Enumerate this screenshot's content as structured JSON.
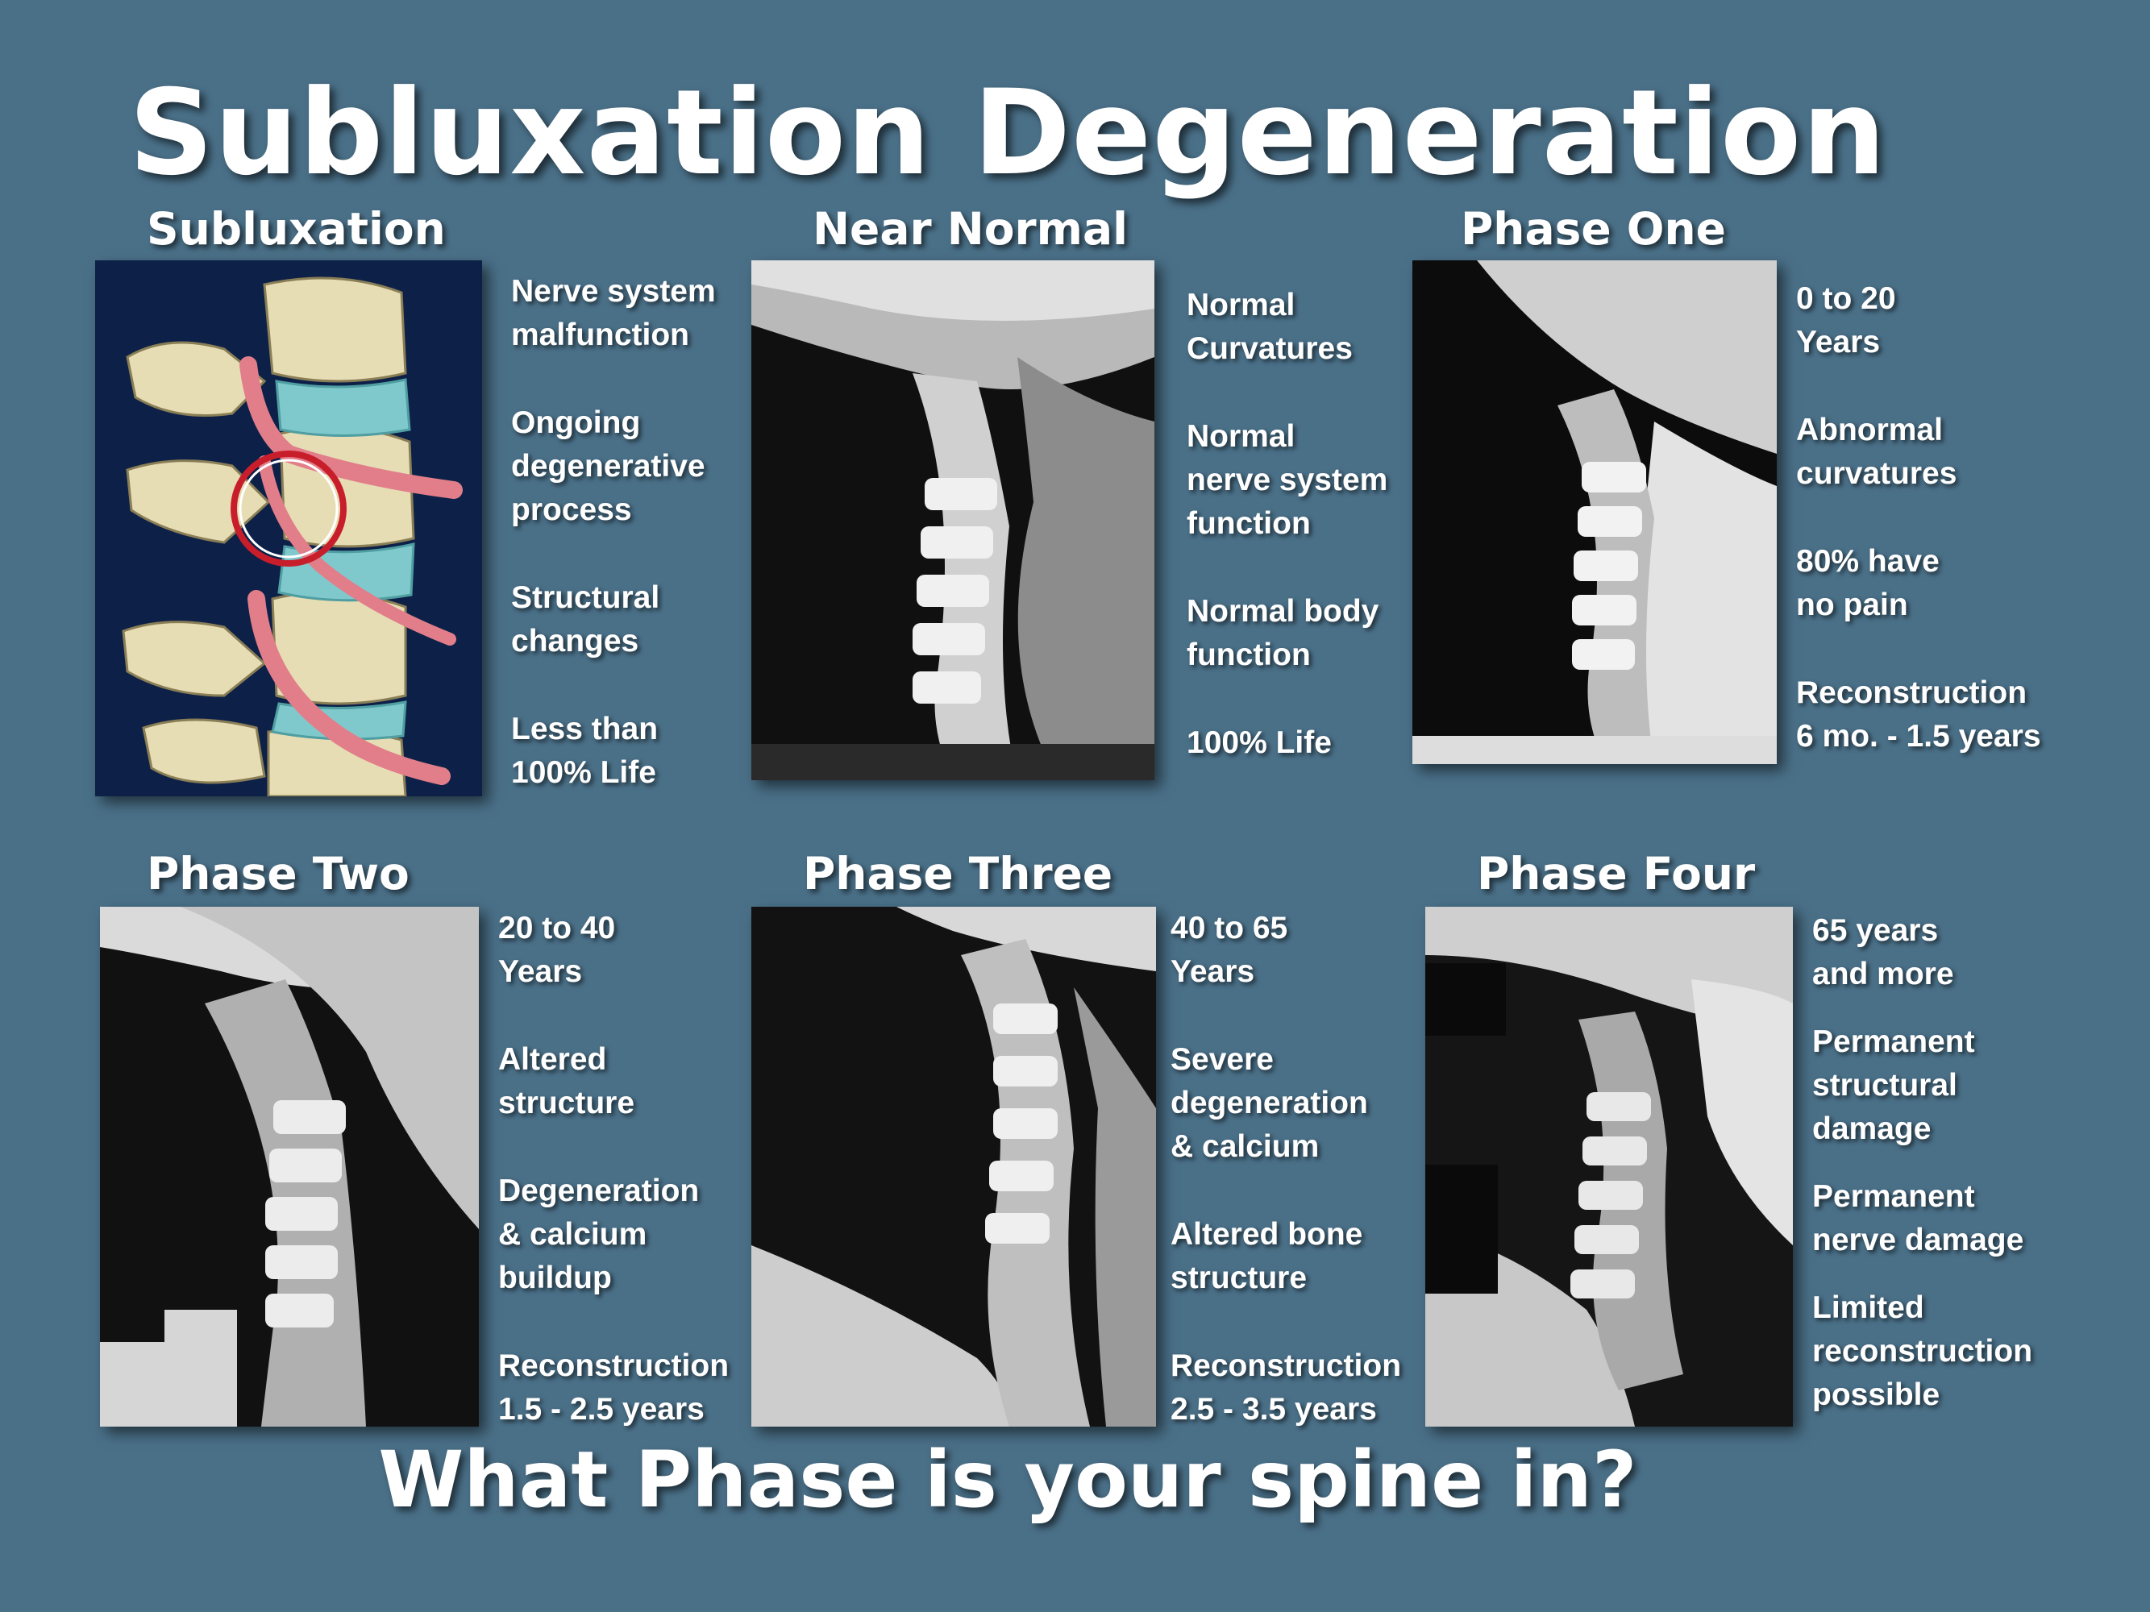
{
  "title": "Subluxation Degeneration",
  "footer": "What Phase is your spine in?",
  "colors": {
    "background": "#4a7088",
    "text": "#ffffff",
    "illustration_bg": "#0d2148",
    "disc": "#7fc9cc",
    "nerve": "#e27e8a",
    "circle": "#c81e2b"
  },
  "panels": [
    {
      "heading": "Subluxation",
      "image": "spine-illustration",
      "points": [
        "Nerve system\nmalfunction",
        "Ongoing\ndegenerative\nprocess",
        "Structural\nchanges",
        "Less than\n100% Life"
      ]
    },
    {
      "heading": "Near Normal",
      "image": "xray-near-normal",
      "points": [
        "Normal\nCurvatures",
        "Normal\nnerve system\nfunction",
        "Normal body\nfunction",
        "100% Life"
      ]
    },
    {
      "heading": "Phase One",
      "image": "xray-phase-one",
      "points": [
        "0 to 20\nYears",
        "Abnormal\ncurvatures",
        "80% have\nno pain",
        "Reconstruction\n6 mo. - 1.5 years"
      ]
    },
    {
      "heading": "Phase Two",
      "image": "xray-phase-two",
      "points": [
        "20 to 40\nYears",
        "Altered\nstructure",
        "Degeneration\n& calcium\nbuildup",
        "Reconstruction\n1.5 - 2.5 years"
      ]
    },
    {
      "heading": "Phase Three",
      "image": "xray-phase-three",
      "points": [
        "40 to 65\nYears",
        "Severe\ndegeneration\n& calcium",
        "Altered bone\nstructure",
        "Reconstruction\n2.5 - 3.5  years"
      ]
    },
    {
      "heading": "Phase Four",
      "image": "xray-phase-four",
      "points": [
        "65 years\nand more",
        "Permanent\nstructural\ndamage",
        "Permanent\nnerve damage",
        "Limited\nreconstruction\npossible"
      ]
    }
  ]
}
